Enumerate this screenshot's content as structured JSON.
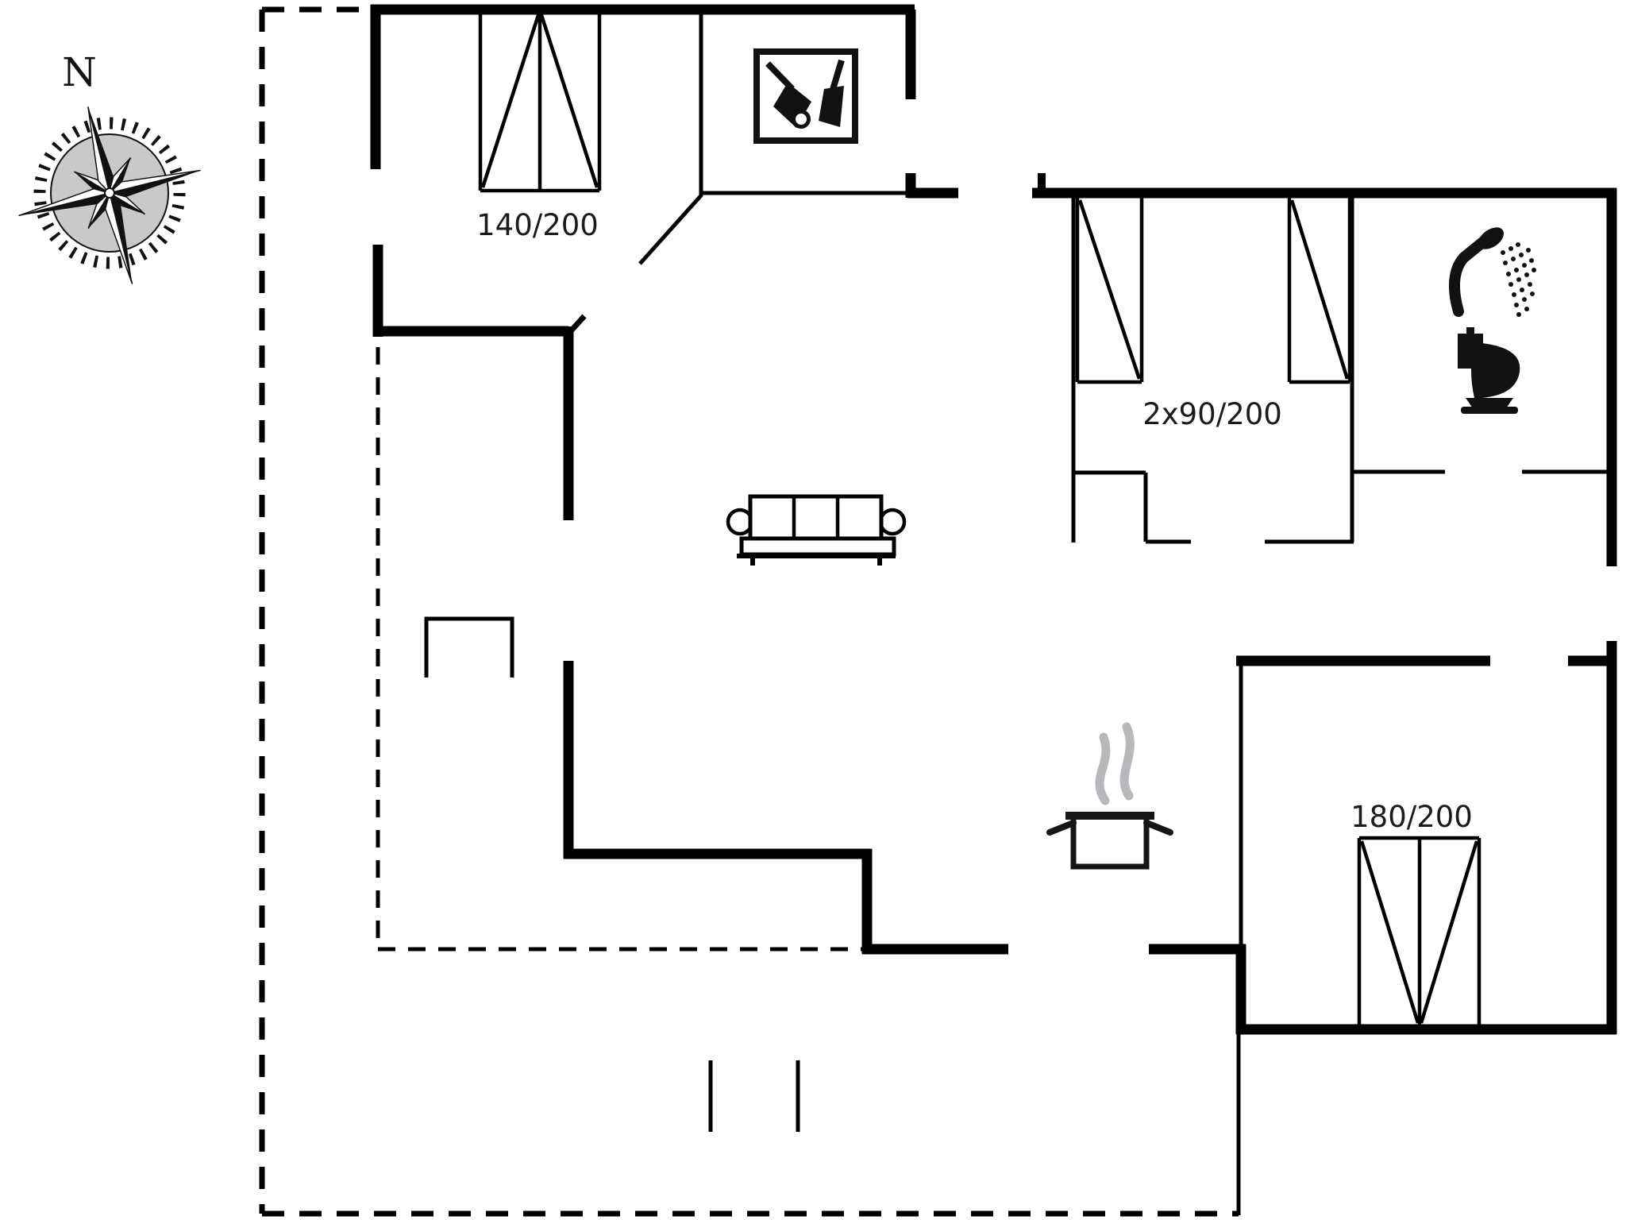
{
  "title": "Holiday house floor plan",
  "compass": {
    "north_label": "N"
  },
  "beds": {
    "bedroom1": {
      "label": "140/200"
    },
    "bedroom2": {
      "label": "2x90/200"
    },
    "bedroom3": {
      "label": "180/200"
    }
  },
  "icons": {
    "compass": "compass-rose-icon",
    "tool_box": "fireplace-tools-box-icon",
    "shower": "shower-icon",
    "toilet": "toilet-icon",
    "pot": "cooking-pot-steam-icon",
    "sofa": "sofa-icon"
  },
  "colors": {
    "line": "#000000",
    "steam": "#b7b7bc",
    "text": "#1b1b1b",
    "background": "#ffffff"
  }
}
